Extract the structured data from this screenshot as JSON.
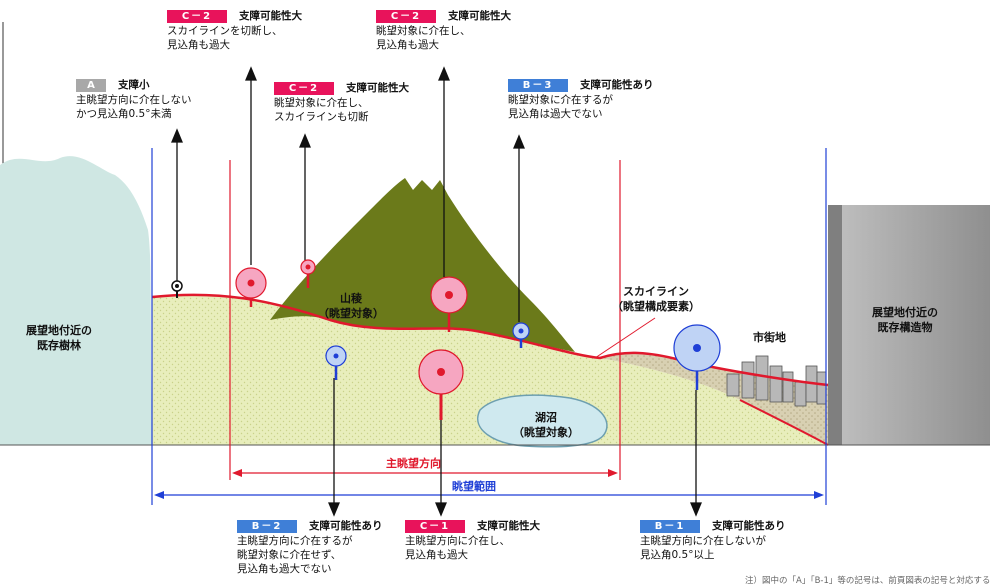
{
  "colors": {
    "red_tag": "#e8135b",
    "blue_tag": "#3f7fd7",
    "gray_tag": "#a8a8a8",
    "mountain": "#6b7a1a",
    "ground": "#e6ecb4",
    "forest": "#cfe7e3",
    "skyline": "#e0192d",
    "range_blue": "#1f3fd6"
  },
  "annotations": {
    "top_c2_left": {
      "code": "C－2",
      "title": "支障可能性大",
      "lines": [
        "スカイラインを切断し、",
        "見込角も過大"
      ]
    },
    "top_c2_right": {
      "code": "C－2",
      "title": "支障可能性大",
      "lines": [
        "眺望対象に介在し、",
        "見込角も過大"
      ]
    },
    "a_small": {
      "code": "A",
      "title": "支障小",
      "lines": [
        "主眺望方向に介在しない",
        "かつ見込角0.5°未満"
      ]
    },
    "mid_c2": {
      "code": "C－2",
      "title": "支障可能性大",
      "lines": [
        "眺望対象に介在し、",
        "スカイラインも切断"
      ]
    },
    "b3": {
      "code": "B－3",
      "title": "支障可能性あり",
      "lines": [
        "眺望対象に介在するが",
        "見込角は過大でない"
      ]
    },
    "b2": {
      "code": "B－2",
      "title": "支障可能性あり",
      "lines": [
        "主眺望方向に介在するが",
        "眺望対象に介在せず、",
        "見込角も過大でない"
      ]
    },
    "c1": {
      "code": "C－1",
      "title": "支障可能性大",
      "lines": [
        "主眺望方向に介在し、",
        "見込角も過大"
      ]
    },
    "b1": {
      "code": "B－1",
      "title": "支障可能性あり",
      "lines": [
        "主眺望方向に介在しないが",
        "見込角0.5°以上"
      ]
    }
  },
  "labels": {
    "mountain": [
      "山稜",
      "（眺望対象）"
    ],
    "lake": [
      "湖沼",
      "（眺望対象）"
    ],
    "skyline": [
      "スカイライン",
      "（眺望構成要素）"
    ],
    "town": "市街地",
    "forest": [
      "展望地付近の",
      "既存樹林"
    ],
    "building": [
      "展望地付近の",
      "既存構造物"
    ],
    "main_direction": "主眺望方向",
    "view_range": "眺望範囲"
  },
  "footnote": "注）図中の「A」「B-1」等の記号は、前頁図表の記号と対応する"
}
